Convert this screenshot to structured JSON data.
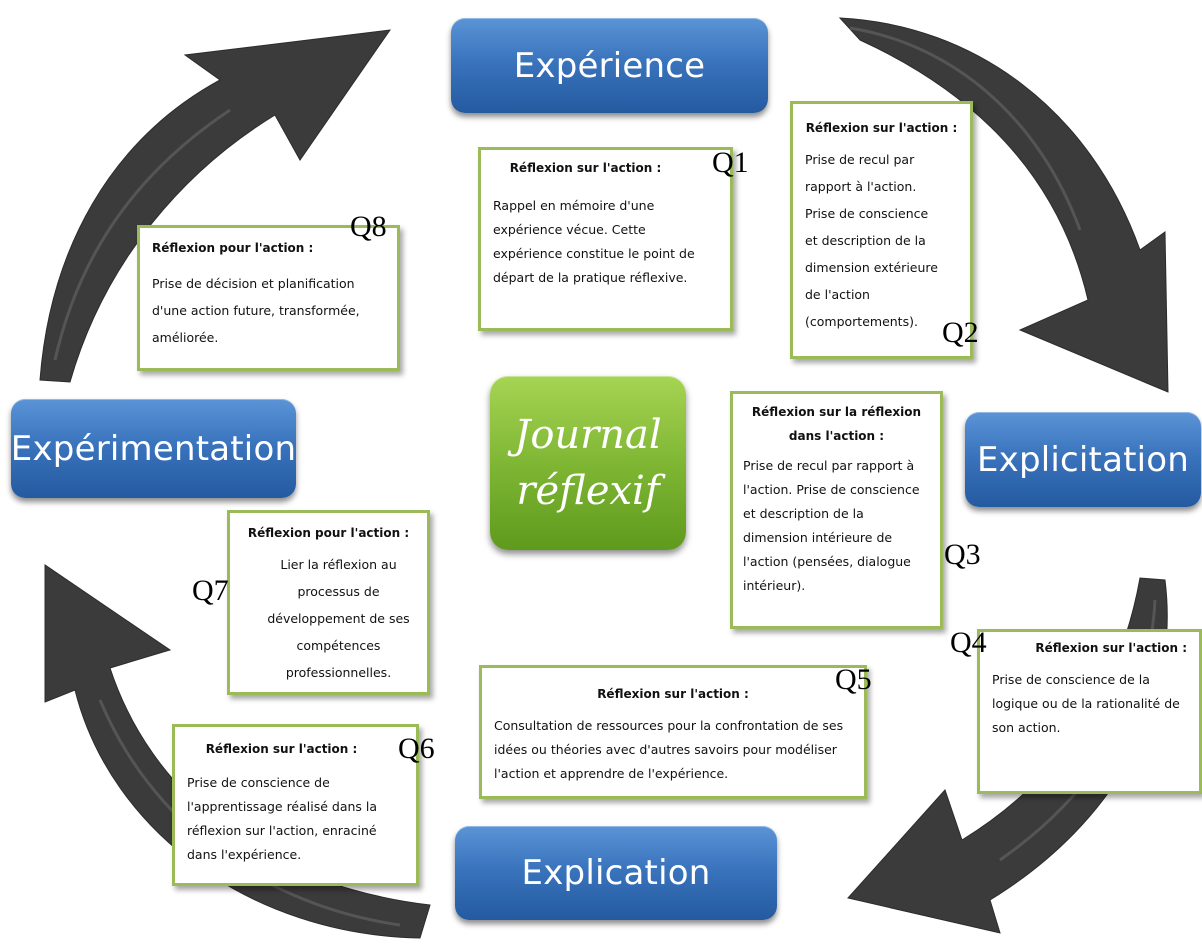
{
  "stages": {
    "experience": "Expérience",
    "explicitation": "Explicitation",
    "explication": "Explication",
    "experimentation": "Expérimentation"
  },
  "center": {
    "line1": "Journal",
    "line2": "réflexif"
  },
  "questions": {
    "q1": {
      "label": "Q1",
      "title": "Réflexion sur l'action :",
      "body": "Rappel en mémoire d'une expérience vécue. Cette expérience constitue le point de départ de la pratique réflexive."
    },
    "q2": {
      "label": "Q2",
      "title": "Réflexion sur l'action :",
      "body": "Prise de recul par rapport à l'action. Prise de conscience et description de la dimension extérieure de l'action (comportements)."
    },
    "q3": {
      "label": "Q3",
      "title": "Réflexion sur la réflexion dans l'action :",
      "body": "Prise de recul par rapport à l'action. Prise de conscience et description de la dimension intérieure de l'action (pensées, dialogue intérieur)."
    },
    "q4": {
      "label": "Q4",
      "title": "Réflexion sur l'action :",
      "body": "Prise de conscience de la logique ou de la rationalité de son action."
    },
    "q5": {
      "label": "Q5",
      "title": "Réflexion sur l'action :",
      "body": "Consultation de ressources pour la confrontation de ses idées ou théories avec d'autres savoirs pour modéliser l'action et apprendre de l'expérience."
    },
    "q6": {
      "label": "Q6",
      "title": "Réflexion sur l'action :",
      "body": "Prise de conscience de l'apprentissage réalisé dans la réflexion sur l'action, enraciné dans l'expérience."
    },
    "q7": {
      "label": "Q7",
      "title": "Réflexion pour l'action :",
      "body": "Lier la réflexion au processus de développement de ses compétences professionnelles."
    },
    "q8": {
      "label": "Q8",
      "title": "Réflexion pour l'action :",
      "body": "Prise de décision et planification d'une action future, transformée, améliorée."
    }
  },
  "colors": {
    "stage_blue": "#3a74bd",
    "center_green": "#7fb734",
    "box_border": "#9bbb59",
    "arrow": "#3a3a3a"
  }
}
